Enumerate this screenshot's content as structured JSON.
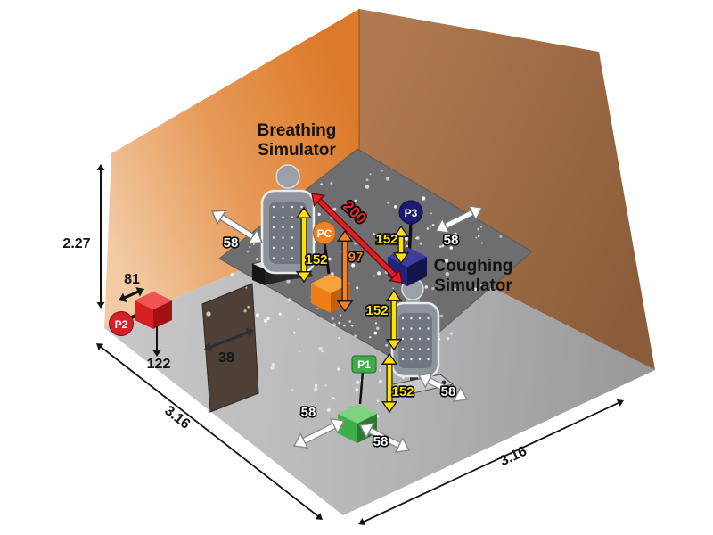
{
  "labels": {
    "breathing_line1": "Breathing",
    "breathing_line2": "Simulator",
    "coughing_line1": "Coughing",
    "coughing_line2": "Simulator"
  },
  "dimensions": {
    "room_height_m": "2.27",
    "room_depth_m": "3.16",
    "room_width_m": "3.16",
    "door_width_cm": "38",
    "p2_wall_offset_cm": "81",
    "p2_drop_cm": "122"
  },
  "measurements": {
    "grid_spacing_cm": "58",
    "plane_height_cm": "152",
    "pc_height_cm": "97",
    "source_distance_cm": "200"
  },
  "points": {
    "p1": {
      "label": "P1",
      "color": "#3fae49"
    },
    "p2": {
      "label": "P2",
      "color": "#d6202a"
    },
    "p3": {
      "label": "P3",
      "color": "#1b1b70"
    },
    "pc": {
      "label": "PC",
      "color": "#f58220"
    }
  },
  "colors": {
    "left_wall": "#e0813a",
    "right_wall": "#9a6640",
    "floor": "#b5b5b7",
    "platform": "#6e6e71",
    "door": "#4e4036",
    "arrow_white": "#ffffff",
    "arrow_yellow": "#ffe200",
    "arrow_orange": "#f58220",
    "arrow_red": "#e31e24"
  },
  "particles": {
    "count": 155
  }
}
